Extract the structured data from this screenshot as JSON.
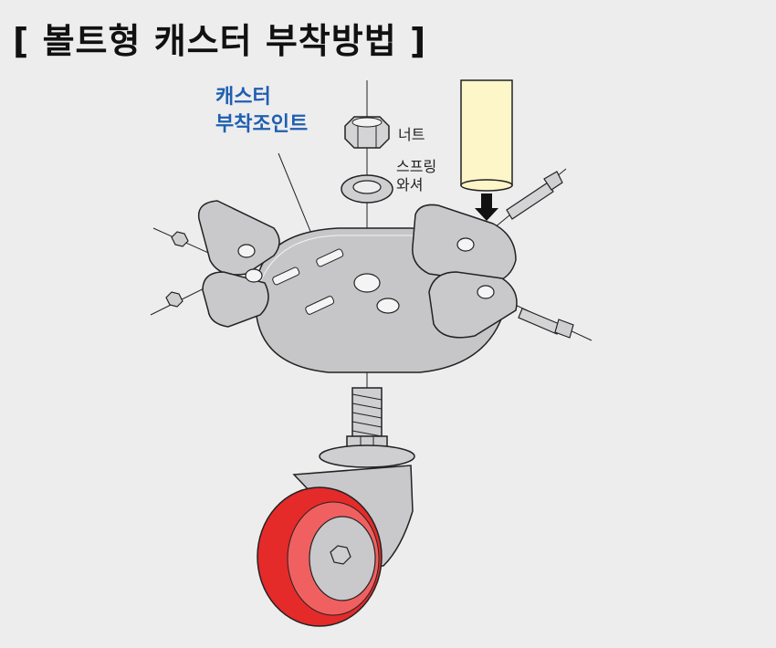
{
  "title": "[ 볼트형 캐스터 부착방법 ]",
  "labels": {
    "caster_joint_line1": "캐스터",
    "caster_joint_line2": "부착조인트",
    "nut": "너트",
    "spring_washer_line1": "스프링",
    "spring_washer_line2": "와셔"
  },
  "colors": {
    "background": "#ededee",
    "joint_label": "#1f5fb0",
    "wheel": "#e52a2a",
    "pipe": "#fdf6c8",
    "metal": "#c9c9cb",
    "outline": "#1a1a1a"
  }
}
